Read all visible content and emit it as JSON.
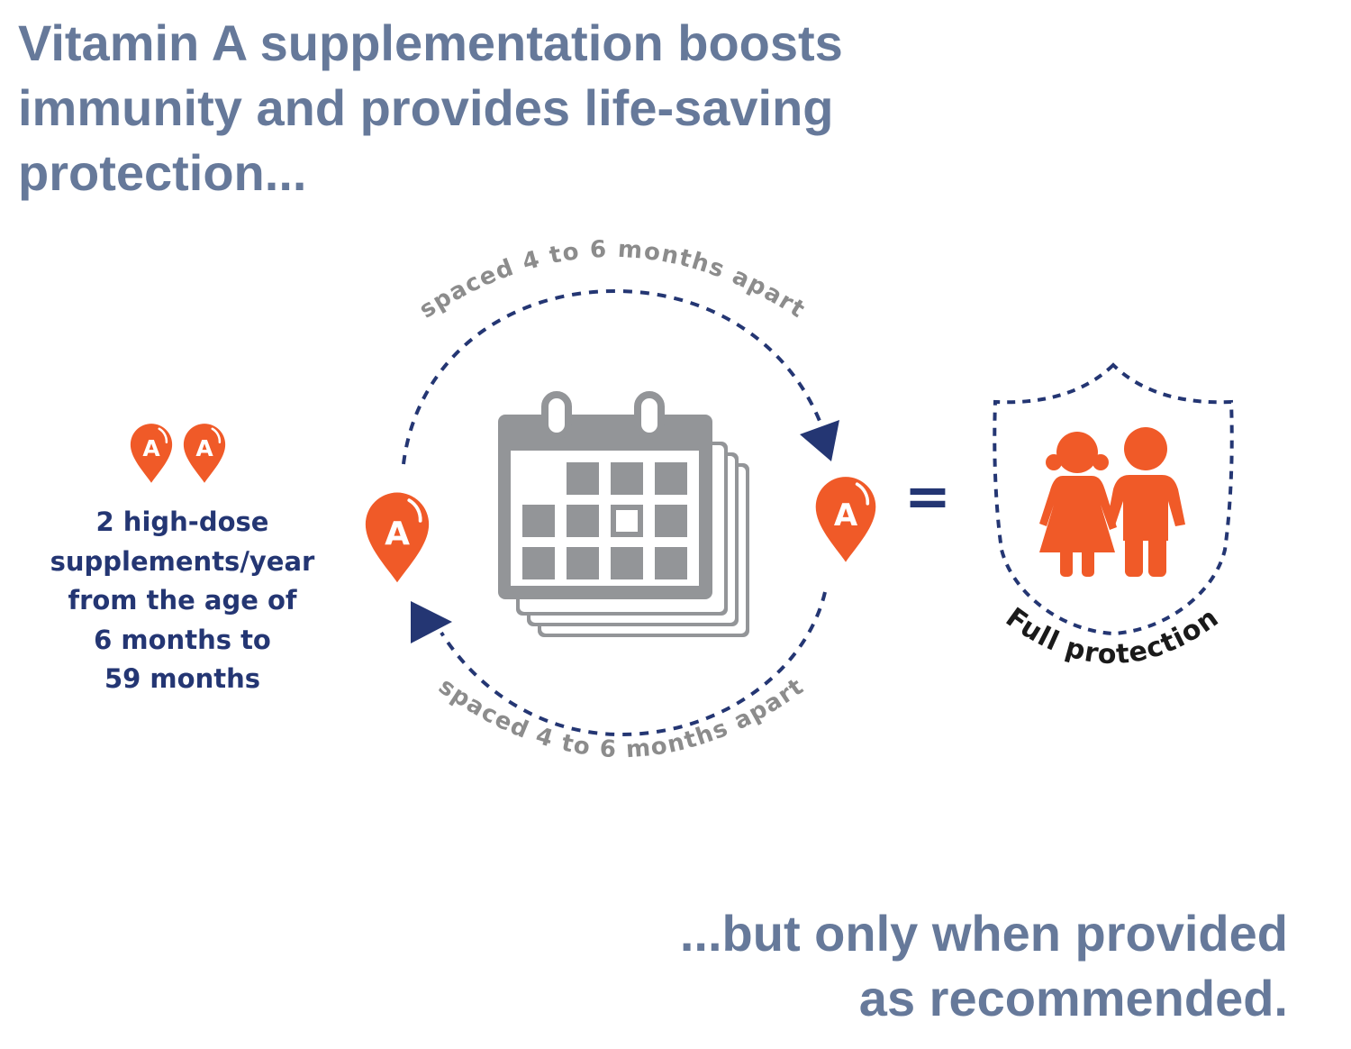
{
  "headline": {
    "lines": [
      "Vitamin A supplementation boosts",
      "immunity and provides life-saving",
      "protection..."
    ]
  },
  "dose_info": {
    "pin_letter": "A",
    "lines": [
      "2 high-dose",
      "supplements/year",
      "from the age of",
      "6 months to",
      "59 months"
    ]
  },
  "cycle": {
    "top_arc_label": "spaced 4 to 6 months apart",
    "bottom_arc_label": "spaced 4 to 6 months apart",
    "equals_sign": "="
  },
  "shield": {
    "caption": "Full protection"
  },
  "footer": {
    "lines": [
      "...but only when provided",
      "as recommended."
    ]
  },
  "colors": {
    "heading": "#66799a",
    "navy": "#243673",
    "orange": "#f05a28",
    "calendar_gray": "#939598",
    "arc_label_gray": "#8c8c8c",
    "caption_black": "#1a1a1a"
  },
  "icons": [
    "vitamin-a-pin-icon",
    "calendar-stack-icon",
    "shield-icon",
    "children-icon",
    "arrowhead-icon"
  ]
}
